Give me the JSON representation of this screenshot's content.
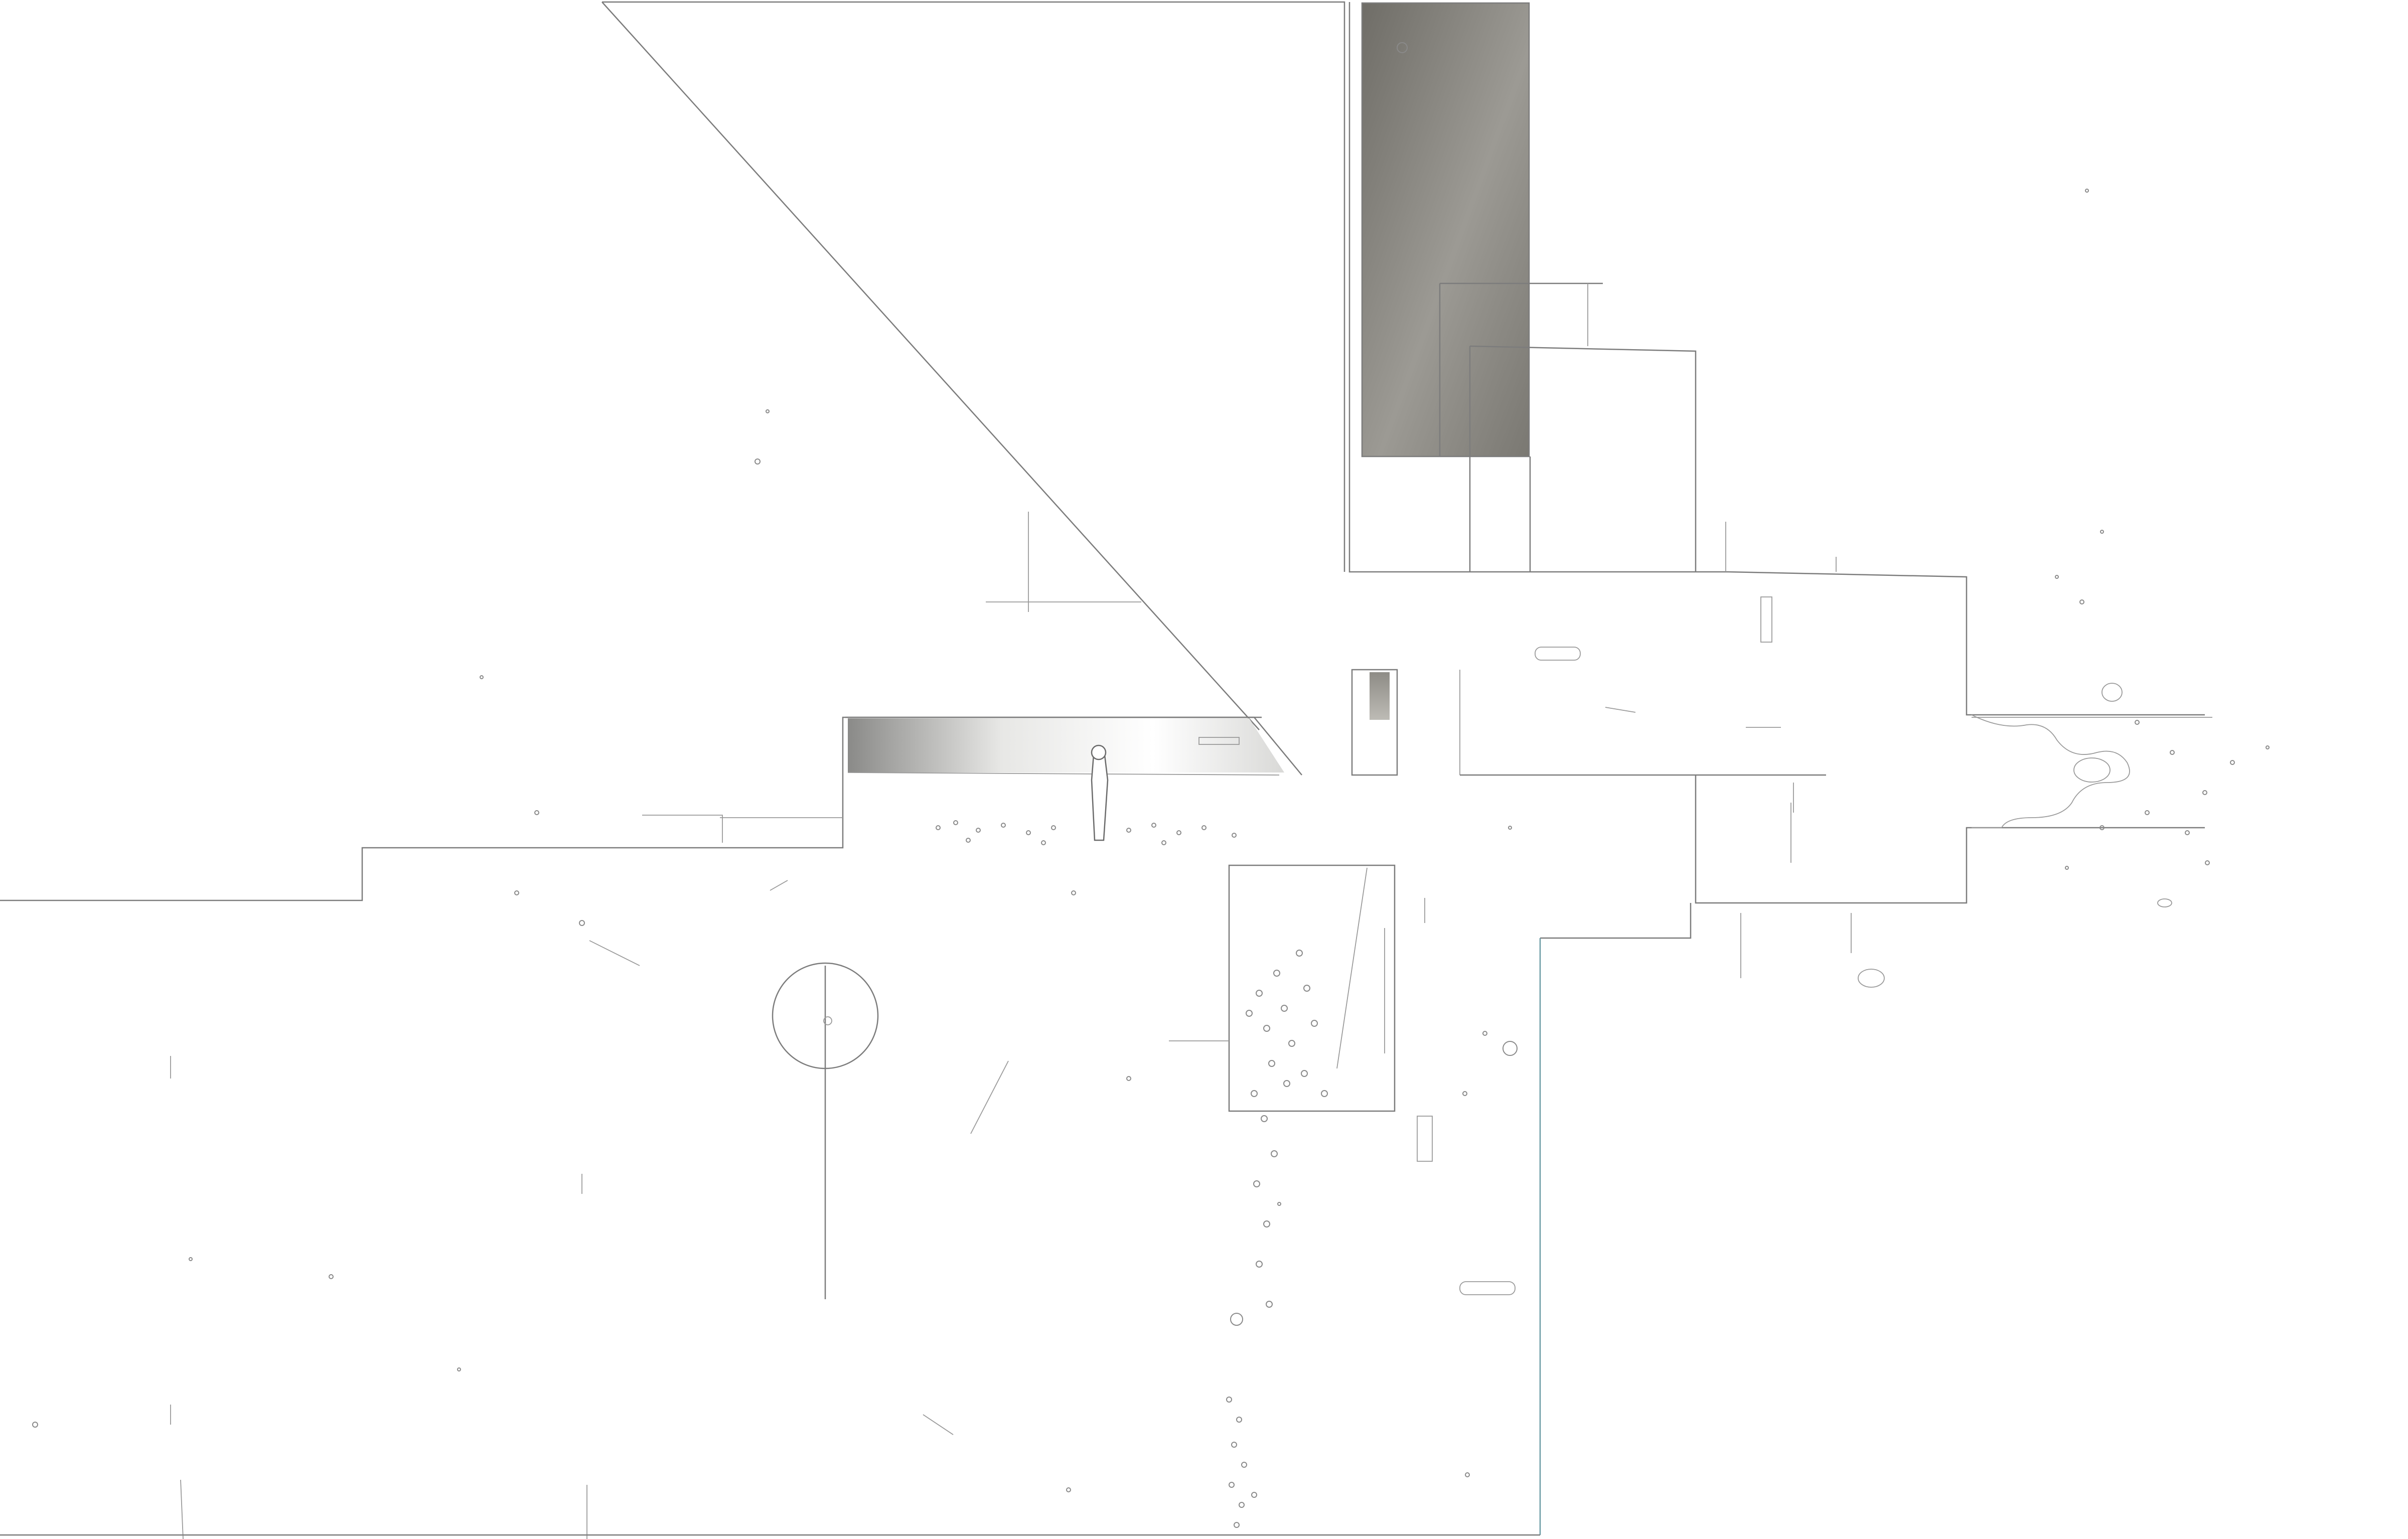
{
  "image": {
    "background_color": "#ffffff",
    "line_color": "#7c7c7c",
    "shaded_panel_color": "#8f8d86",
    "shaded_panel_light_color": "#d4d2cc",
    "scene": {
      "diagonal_wedge": {
        "kind": "sloped-plane"
      },
      "top_panel": {
        "kind": "dark-gradient-room"
      },
      "horizon_panel": {
        "kind": "figure-on-shore"
      },
      "plant_panel": {
        "kind": "foliage-framed"
      },
      "circle_marker": {
        "kind": "ring-on-pole"
      },
      "right_splash": {
        "kind": "irregular-spray"
      }
    }
  }
}
